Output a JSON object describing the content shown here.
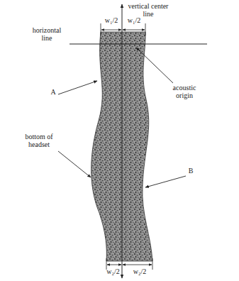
{
  "diagram": {
    "labels": [
      "vertical center line",
      "w₁/2",
      "w₁/2",
      "horizontal line",
      "A",
      "acoustic origin",
      "bottom of headset",
      "B",
      "w₂/2",
      "w₂/2"
    ]
  }
}
